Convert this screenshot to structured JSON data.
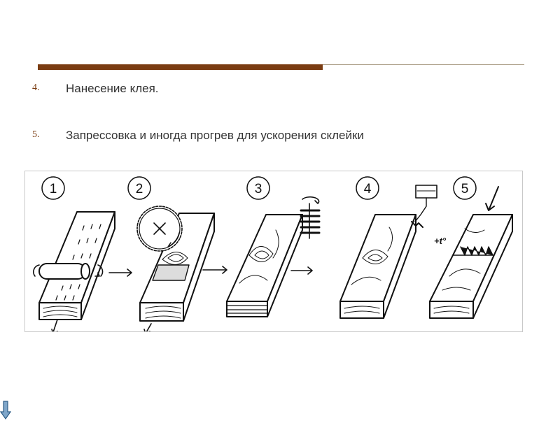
{
  "list": [
    {
      "number": "4.",
      "text": "Нанесение клея."
    },
    {
      "number": "5.",
      "text": "Запрессовка и иногда прогрев для ускорения склейки"
    }
  ],
  "figure": {
    "steps": [
      "1",
      "2",
      "3",
      "4",
      "5"
    ],
    "heat_label": "+t°"
  },
  "colors": {
    "accent": "#7a3c12",
    "rule_thin": "#a89a82",
    "text": "#333333"
  },
  "icons": [
    "down-arrow-icon"
  ]
}
